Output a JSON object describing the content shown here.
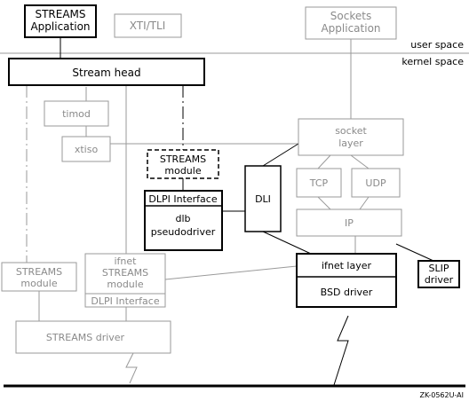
{
  "labels": {
    "streams_app_line1": "STREAMS",
    "streams_app_line2": "Application",
    "xti_tli": "XTI/TLI",
    "sockets_app_line1": "Sockets",
    "sockets_app_line2": "Application",
    "user_space": "user space",
    "kernel_space": "kernel space",
    "stream_head": "Stream head",
    "timod": "timod",
    "xtiso": "xtiso",
    "socket_layer_line1": "socket",
    "socket_layer_line2": "layer",
    "streams_module_center_line1": "STREAMS",
    "streams_module_center_line2": "module",
    "dlpi_interface": "DLPI Interface",
    "dlb_line1": "dlb",
    "dlb_line2": "pseudodriver",
    "dli": "DLI",
    "tcp": "TCP",
    "udp": "UDP",
    "ip": "IP",
    "streams_module_left_line1": "STREAMS",
    "streams_module_left_line2": "module",
    "ifnet_module_line1": "ifnet",
    "ifnet_module_line2": "STREAMS",
    "ifnet_module_line3": "module",
    "ifnet_dlpi_interface": "DLPI Interface",
    "ifnet_layer": "ifnet layer",
    "bsd_driver": "BSD driver",
    "slip_line1": "SLIP",
    "slip_line2": "driver",
    "streams_driver": "STREAMS driver",
    "figure_id": "ZK-0562U-AI"
  },
  "colors": {
    "active": "#000000",
    "inactive": "#8a8a8a"
  }
}
